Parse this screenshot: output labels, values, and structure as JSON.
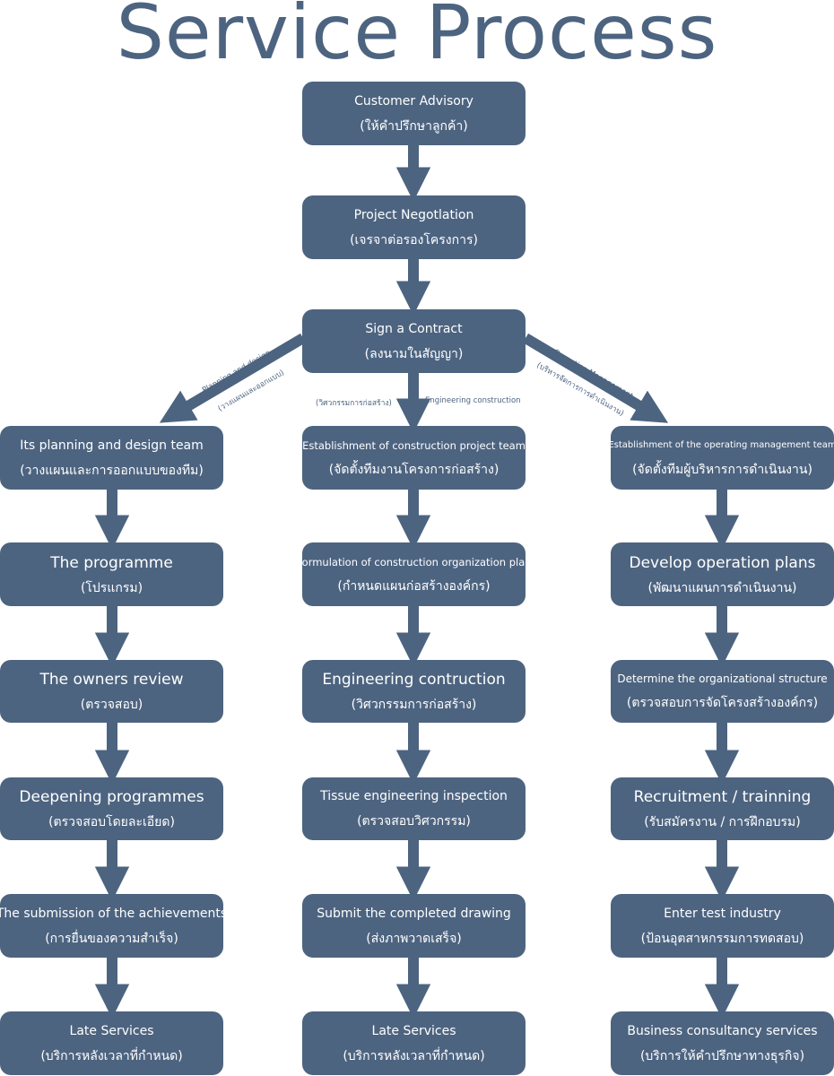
{
  "title": "Service Process",
  "top": [
    {
      "en": "Customer Advisory",
      "th": "(ให้คำปรึกษาลูกค้า)"
    },
    {
      "en": "Project Negotlation",
      "th": "(เจรจาต่อรองโครงการ)"
    },
    {
      "en": "Sign a Contract",
      "th": "(ลงนามในสัญญา)"
    }
  ],
  "branch_labels": {
    "left_en": "Planning and design",
    "left_th": "(วางแผนและออกแบบ)",
    "mid_th": "(วิศวกรรมการก่อสร้าง)",
    "mid_en": "Engineering construction",
    "right_en": "Operation Management",
    "right_th": "(บริหารจัดการการดำเนินงาน)"
  },
  "left": [
    {
      "en": "Its planning and design team",
      "th": "(วางแผนและการออกแบบของทีม)"
    },
    {
      "en": "The programme",
      "th": "(โปรแกรม)"
    },
    {
      "en": "The owners review",
      "th": "(ตรวจสอบ)"
    },
    {
      "en": "Deepening programmes",
      "th": "(ตรวจสอบโดยละเอียด)"
    },
    {
      "en": "The submission of the achievements",
      "th": "(การยื่นของความสำเร็จ)"
    },
    {
      "en": "Late Services",
      "th": "(บริการหลังเวลาที่กำหนด)"
    }
  ],
  "middle": [
    {
      "en": "Establishment of construction project team",
      "th": "(จัดตั้งทีมงานโครงการก่อสร้าง)"
    },
    {
      "en": "Formulation of construction organization plan",
      "th": "(กำหนดแผนก่อสร้างองค์กร)"
    },
    {
      "en": "Engineering contruction",
      "th": "(วิศวกรรมการก่อสร้าง)"
    },
    {
      "en": "Tissue engineering inspection",
      "th": "(ตรวจสอบวิศวกรรม)"
    },
    {
      "en": "Submit the completed drawing",
      "th": "(ส่งภาพวาดเสร็จ)"
    },
    {
      "en": "Late Services",
      "th": "(บริการหลังเวลาที่กำหนด)"
    }
  ],
  "right": [
    {
      "en": "Establishment of the operating management team",
      "th": "(จัดตั้งทีมผู้บริหารการดำเนินงาน)"
    },
    {
      "en": "Develop operation plans",
      "th": "(พัฒนาแผนการดำเนินงาน)"
    },
    {
      "en": "Determine the organizational structure",
      "th": "(ตรวจสอบการจัดโครงสร้างองค์กร)"
    },
    {
      "en": "Recruitment / trainning",
      "th": "(รับสมัครงาน / การฝึกอบรม)"
    },
    {
      "en": "Enter test industry",
      "th": "(ป้อนอุตสาหกรรมการทดสอบ)"
    },
    {
      "en": "Business consultancy services",
      "th": "(บริการให้คำปรึกษาทางธุรกิจ)"
    }
  ],
  "colors": {
    "box": "#4d6480",
    "text": "#ffffff",
    "title": "#4d6480"
  }
}
